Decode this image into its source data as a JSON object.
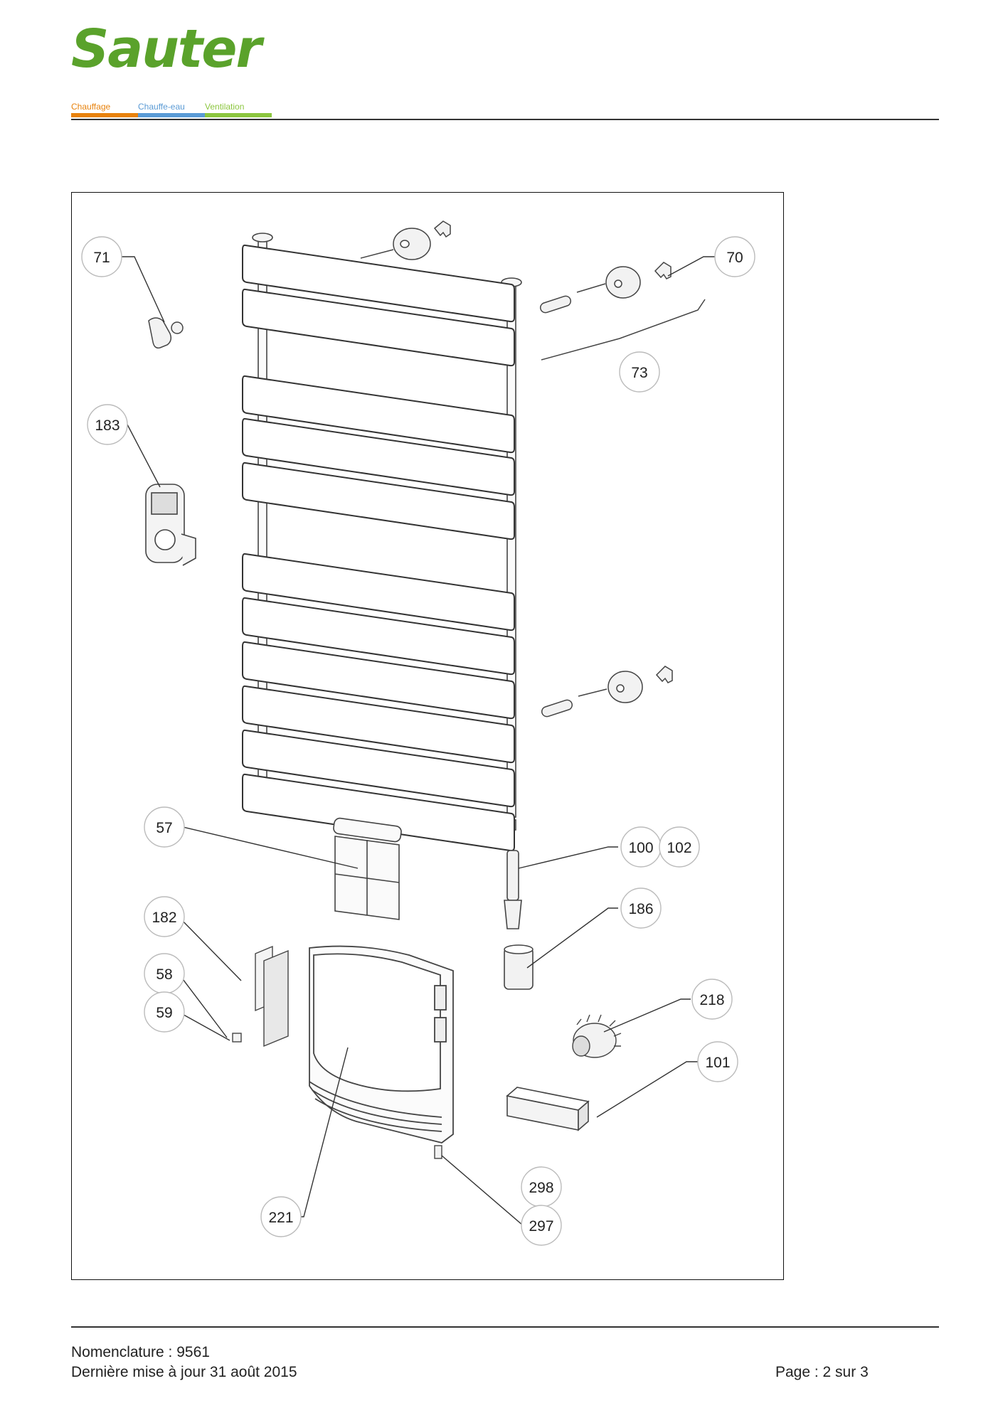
{
  "brand": {
    "logo_text": "Sauter",
    "categories": [
      "Chauffage",
      "Chauffe-eau",
      "Ventilation"
    ]
  },
  "colors": {
    "brand_green": "#5aa22b",
    "chauffage": "#e8820c",
    "chauffe_eau": "#5b9bd5",
    "ventilation": "#8cc63f"
  },
  "diagram": {
    "labels": [
      "71",
      "70",
      "73",
      "183",
      "57",
      "100",
      "102",
      "186",
      "182",
      "58",
      "59",
      "218",
      "101",
      "298",
      "297",
      "221"
    ]
  },
  "footer": {
    "nomenclature": "Nomenclature : 9561",
    "updated": "Dernière mise à jour 31 août 2015",
    "page": "Page : 2 sur 3"
  }
}
